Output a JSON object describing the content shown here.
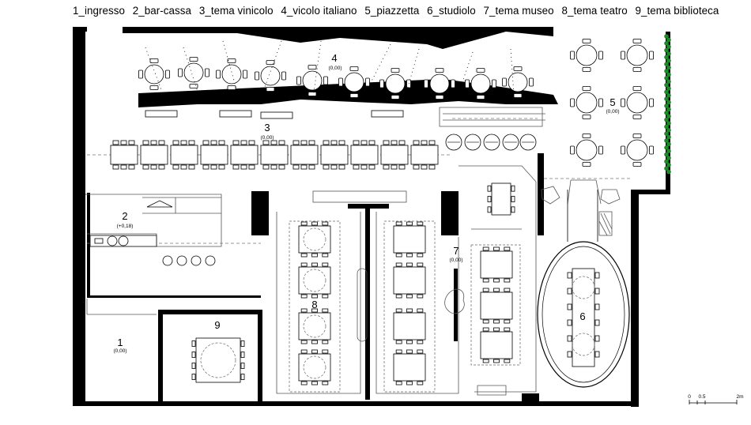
{
  "legend": [
    "1_ingresso",
    "2_bar-cassa",
    "3_tema vinicolo",
    "4_vicolo italiano",
    "5_piazzetta",
    "6_studiolo",
    "7_tema museo",
    "8_tema teatro",
    "9_tema biblioteca"
  ],
  "rooms": [
    {
      "number": "1",
      "level": "(0,00)"
    },
    {
      "number": "2",
      "level": "(+0,18)"
    },
    {
      "number": "3",
      "level": "(0,00)"
    },
    {
      "number": "4",
      "level": "(0,00)"
    },
    {
      "number": "5",
      "level": "(0,00)"
    },
    {
      "number": "6",
      "level": ""
    },
    {
      "number": "7",
      "level": "(0,00)"
    },
    {
      "number": "8",
      "level": ""
    },
    {
      "number": "9",
      "level": ""
    }
  ],
  "scale_bar": {
    "labels": [
      "0",
      "0.5",
      "2m"
    ]
  },
  "colors": {
    "wall": "#000000",
    "hedge": "#1f8a2a",
    "line": "#555555"
  }
}
